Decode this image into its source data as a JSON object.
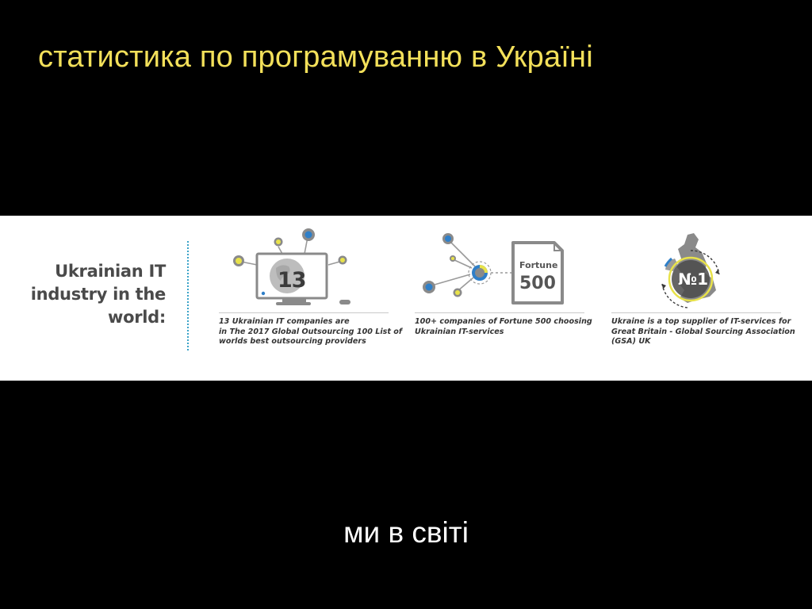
{
  "slide": {
    "title": "статистика по програмуванню в Україні",
    "footer": "ми в світі"
  },
  "infographic": {
    "heading_lines": [
      "Ukrainian IT",
      "industry in the",
      "world:"
    ],
    "cards": [
      {
        "figure_text": "13",
        "caption_lines": [
          "13 Ukrainian IT companies are",
          "in The 2017 Global Outsourcing 100 List of",
          "worlds best outsourcing providers"
        ],
        "icon": "monitor-network-icon"
      },
      {
        "figure_word": "Fortune",
        "figure_number": "500",
        "caption_lines": [
          "100+ companies of Fortune 500 choosing",
          "Ukrainian IT-services"
        ],
        "icon": "fortune-500-document-icon"
      },
      {
        "figure_text": "№1",
        "caption_lines": [
          "Ukraine is a top supplier of IT-services  for",
          "Great Britain - Global Sourcing Association",
          "(GSA) UK"
        ],
        "icon": "uk-map-icon"
      }
    ]
  },
  "colors": {
    "title": "#f3e05a",
    "background": "#000000",
    "band": "#ffffff",
    "accent_blue": "#2f7fc8",
    "accent_yellow": "#e8e24a",
    "icon_gray": "#8a8a8a",
    "divider": "#3aa3c8"
  }
}
